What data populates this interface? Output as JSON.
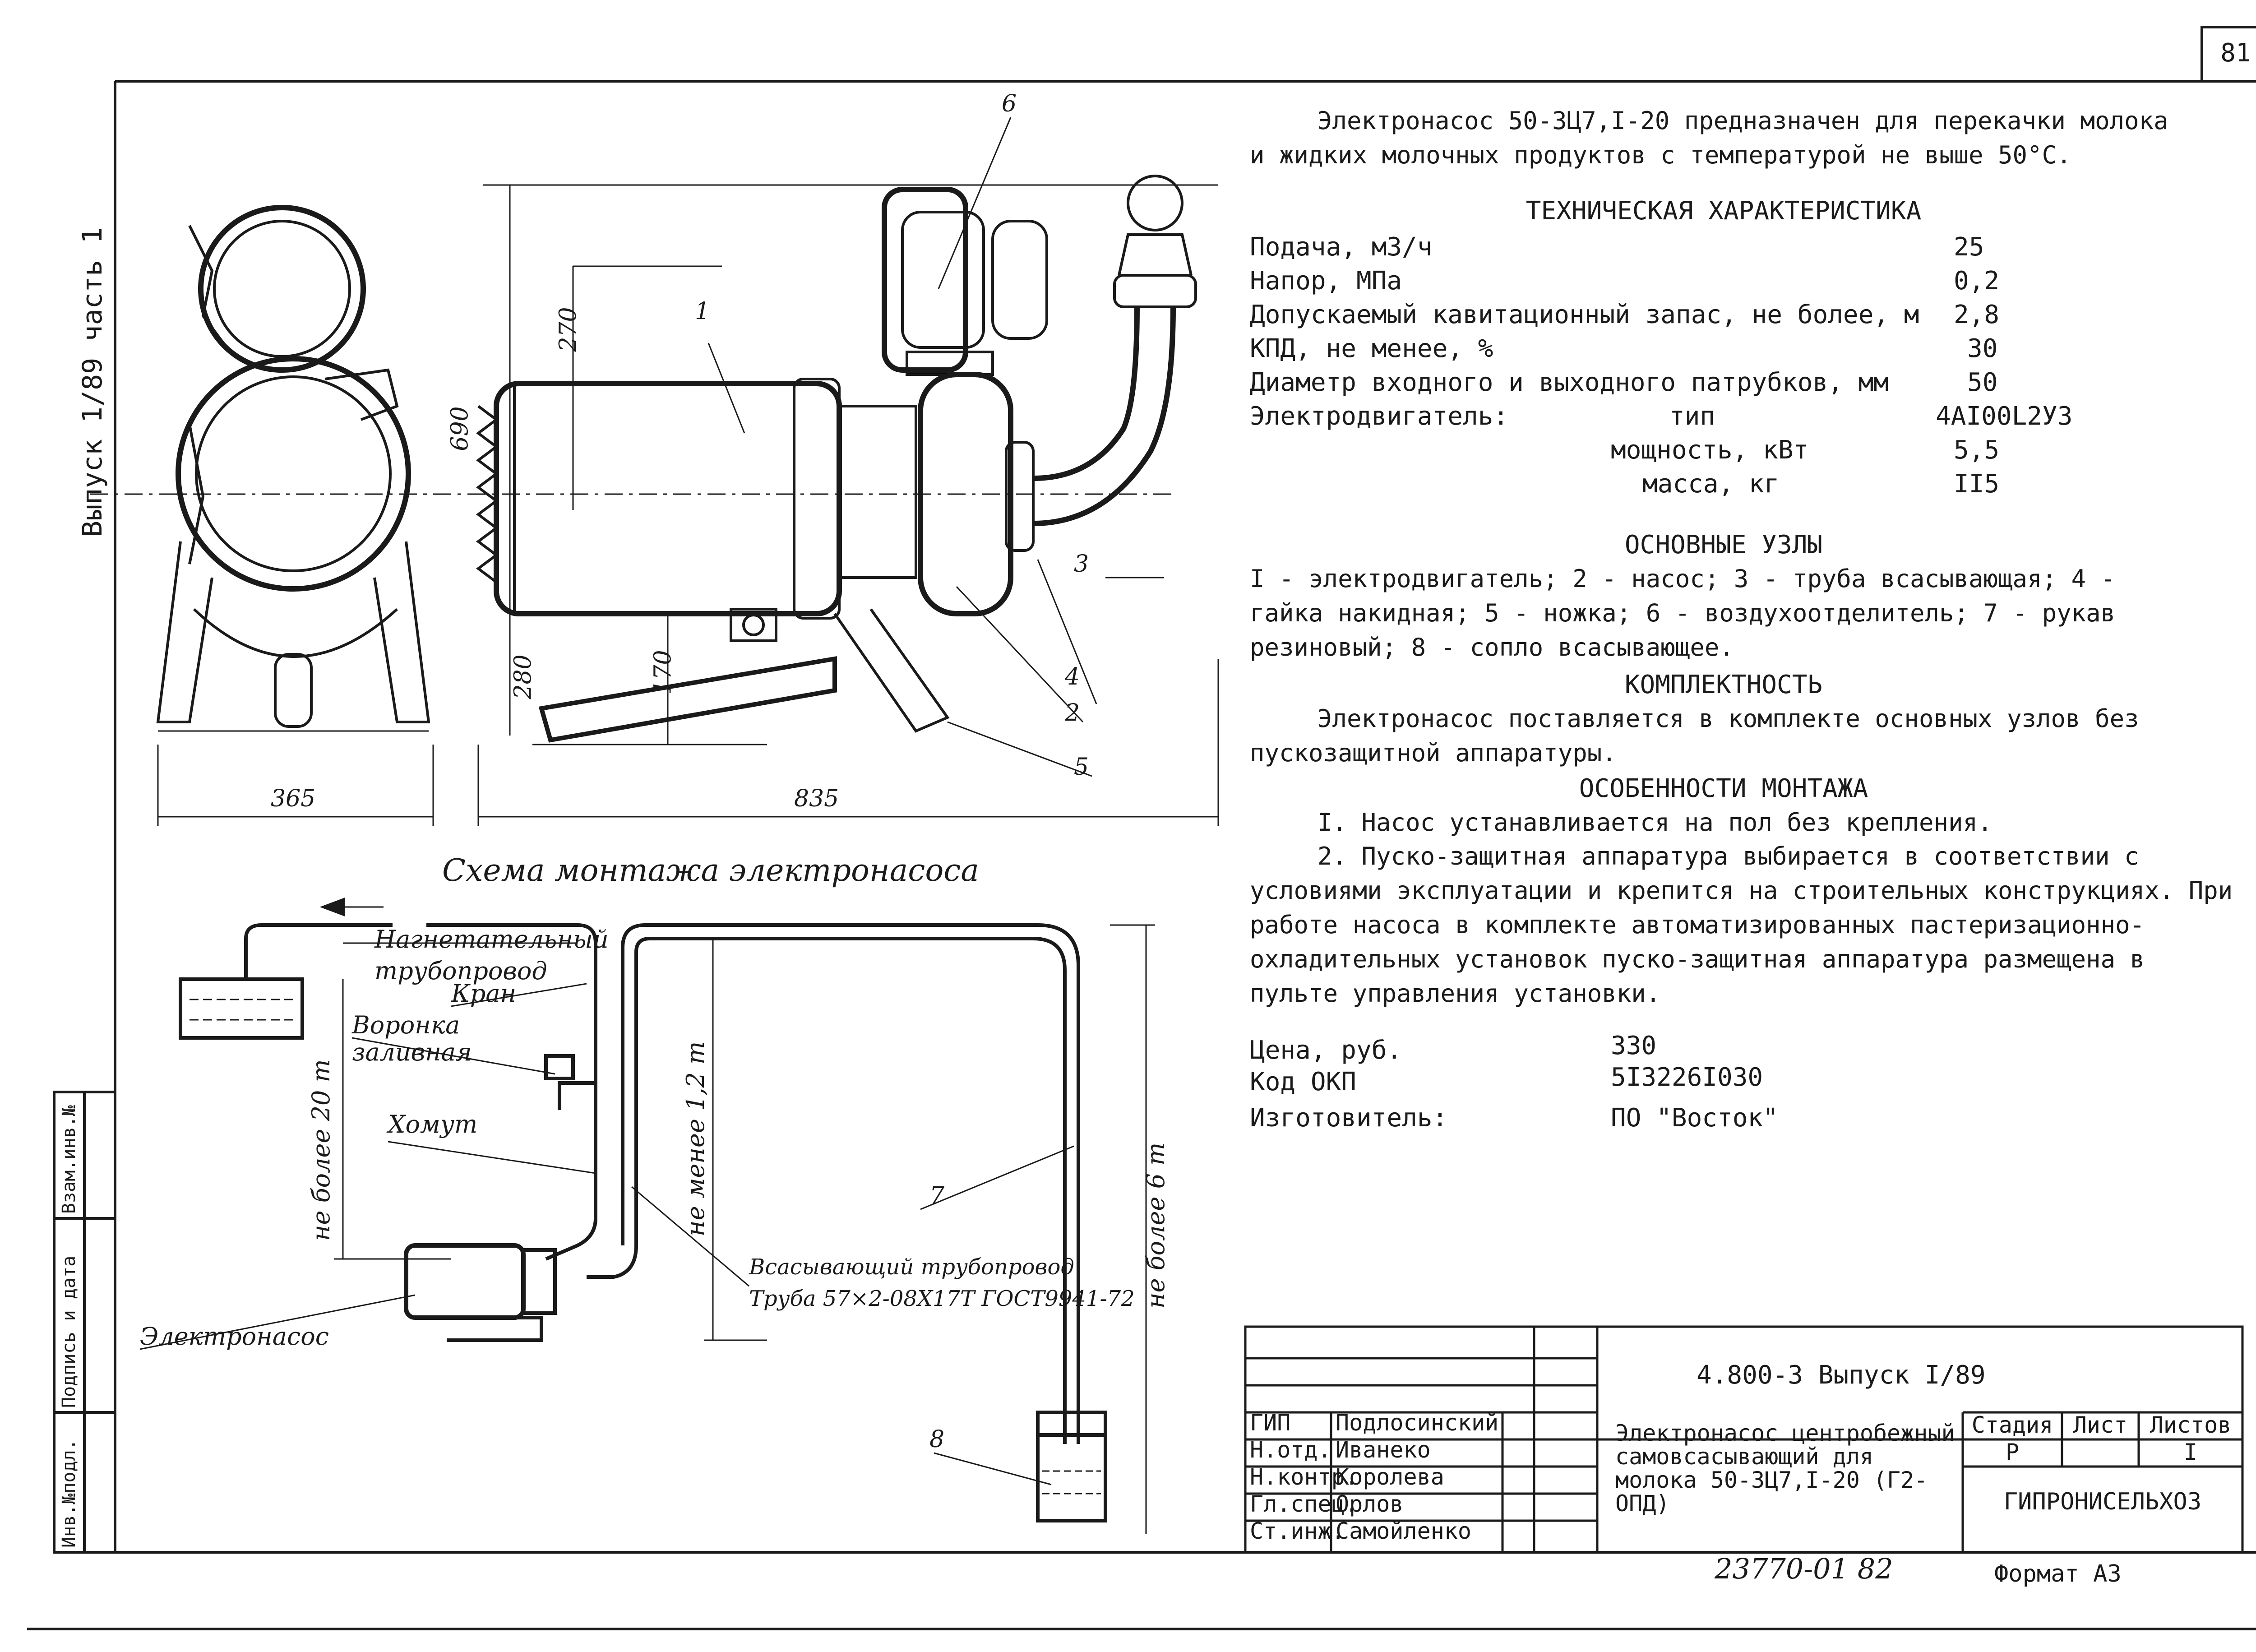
{
  "sheet_number": "81",
  "side_title": "Выпуск 1/89 часть 1",
  "side_stamp": [
    "Инв.№подл.",
    "Подпись и дата",
    "Взам.инв.№"
  ],
  "intro": "Электронасос 50-3Ц7,I-20 предназначен для перекачки молока и жидких молочных продуктов с температурой не выше 50°С.",
  "tech": {
    "heading": "ТЕХНИЧЕСКАЯ ХАРАКТЕРИСТИКА",
    "rows": [
      {
        "label": "Подача, м3/ч",
        "value": "25"
      },
      {
        "label": "Напор, МПа",
        "value": "0,2"
      },
      {
        "label": "Допускаемый кавитационный запас, не более, м",
        "value": "2,8"
      },
      {
        "label": "КПД, не менее, %",
        "value": "30"
      },
      {
        "label": "Диаметр входного и выходного патрубков, мм",
        "value": "50"
      },
      {
        "label": "Электродвигатель:",
        "sub": "тип",
        "value": "4АI00L2У3"
      },
      {
        "label": "",
        "sub": "мощность, кВт",
        "value": "5,5"
      },
      {
        "label": "",
        "sub": "масса, кг",
        "value": "II5"
      }
    ]
  },
  "nodes": {
    "heading": "ОСНОВНЫЕ УЗЛЫ",
    "text": "I - электродвигатель; 2 - насос; 3 - труба всасывающая; 4 - гайка накидная; 5 - ножка; 6 - воздухоотделитель; 7 - рукав резиновый; 8 - сопло всасывающее."
  },
  "kit": {
    "heading": "КОМПЛЕКТНОСТЬ",
    "text": "Электронасос поставляется в комплекте основных узлов без пускозащитной аппаратуры."
  },
  "mount": {
    "heading": "ОСОБЕННОСТИ МОНТАЖА",
    "item1": "I. Насос устанавливается на пол без крепления.",
    "item2": "2. Пуско-защитная аппаратура выбирается в соответствии с условиями эксплуатации и крепится на строительных конструкциях. При работе насоса в комплекте автоматизированных пастеризационно-охладительных установок пуско-защитная аппаратура размещена в пульте управления установки."
  },
  "info": [
    {
      "label": "Цена, руб.",
      "value": "330"
    },
    {
      "label": "Код ОКП",
      "value": "5I3226I030"
    },
    {
      "label": "Изготовитель:",
      "value": "ПО \"Восток\""
    }
  ],
  "drawing": {
    "dims": {
      "d270": "270",
      "d690": "690",
      "d280": "280",
      "d170": "170",
      "d365": "365",
      "d835": "835"
    },
    "part_numbers": [
      "1",
      "2",
      "3",
      "4",
      "5",
      "6"
    ],
    "scheme_title": "Схема монтажа электронасоса",
    "labels": {
      "discharge": "Нагнетательный",
      "discharge2": "трубопровод",
      "valve": "Кран",
      "funnel": "Воронка",
      "funnel2": "заливная",
      "clamp": "Хомут",
      "suction": "Всасывающий трубопровод",
      "pipe": "Труба 57×2-08Х17Т ГОСТ9941-72",
      "pump": "Электронасос",
      "max20": "не более 20 m",
      "min12": "не менее 1,2 m",
      "max6": "не более 6 m",
      "n7": "7",
      "n8": "8"
    }
  },
  "title_block": {
    "doc_code": "4.800-3  Выпуск I/89",
    "name": "Электронасос центробежный самовсасывающий для молока 50-3Ц7,I-20 (Г2-ОПД)",
    "stage_head": "Стадия",
    "sheet_head": "Лист",
    "sheets_head": "Листов",
    "stage": "Р",
    "sheet": "",
    "sheets": "I",
    "org": "ГИПРОНИСЕЛЬХОЗ",
    "people": [
      {
        "role": "ГИП",
        "name": "Подлосинский"
      },
      {
        "role": "Н.отд.",
        "name": "Иванеко"
      },
      {
        "role": "Н.контр.",
        "name": "Королева"
      },
      {
        "role": "Гл.спец.",
        "name": "Орлов"
      },
      {
        "role": "Ст.инж.",
        "name": "Самойленко"
      }
    ],
    "inventory": "23770-01  82",
    "format": "Формат А3"
  }
}
